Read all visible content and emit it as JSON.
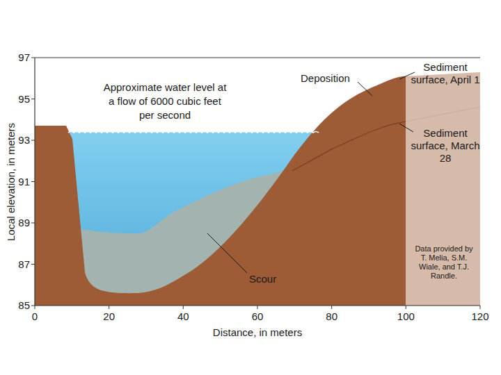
{
  "diagram": {
    "labels": [
      "Approximate water level at a flow of 6000 cubic feet per second",
      "Deposition",
      "Sediment surface, April 1",
      "Sediment surface, March 28",
      "Scour",
      "Data provided by T. Melia, S.M. Wiale, and T.J. Randle.",
      "Local elevation, in meters",
      "Distance, in meters",
      "85",
      "87",
      "89",
      "91",
      "93",
      "95",
      "97",
      "0",
      "20",
      "40",
      "60",
      "80",
      "100",
      "120"
    ]
  }
}
